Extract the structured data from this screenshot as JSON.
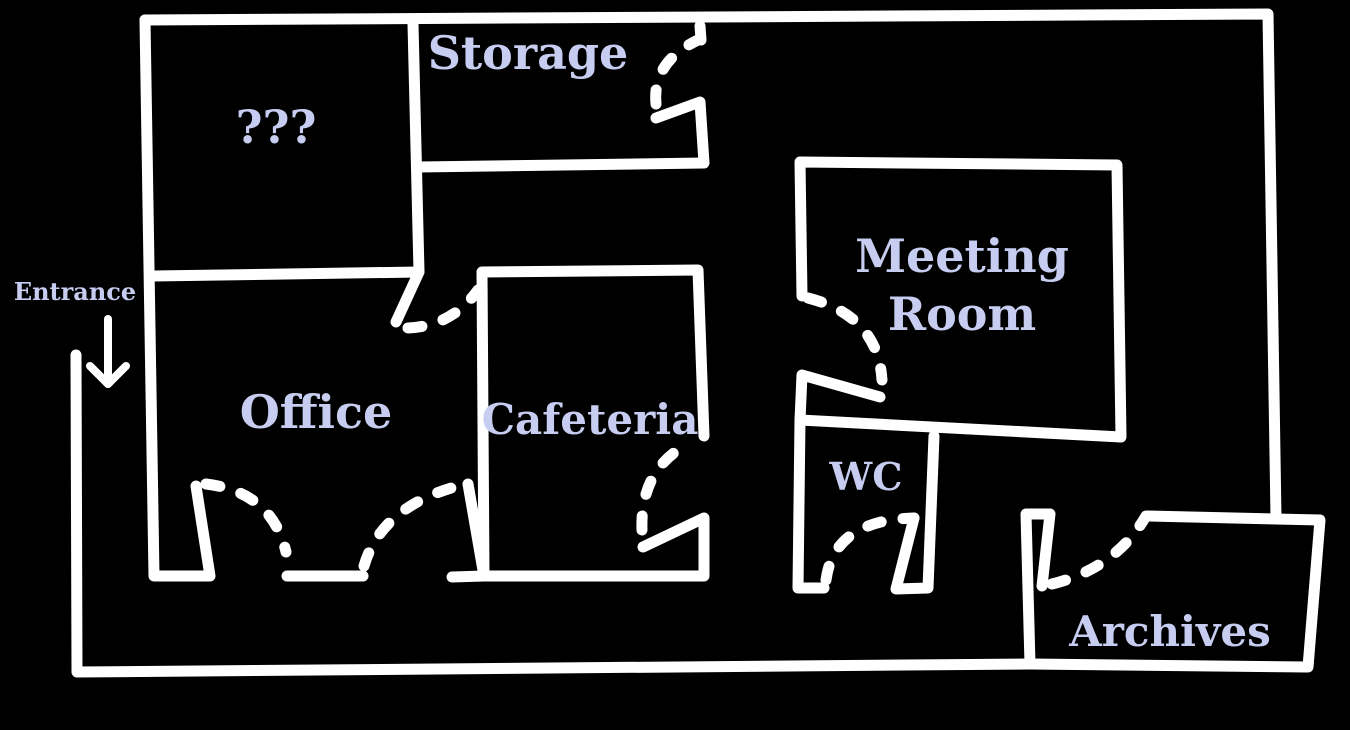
{
  "labels": {
    "unknown": "???",
    "storage": "Storage",
    "entrance": "Entrance",
    "office": "Office",
    "cafeteria": "Cafeteria",
    "meeting_line1": "Meeting",
    "meeting_line2": "Room",
    "wc": "WC",
    "archives": "Archives"
  },
  "colors": {
    "background": "#000000",
    "walls": "#ffffff",
    "labels": "#c6cdf0"
  }
}
